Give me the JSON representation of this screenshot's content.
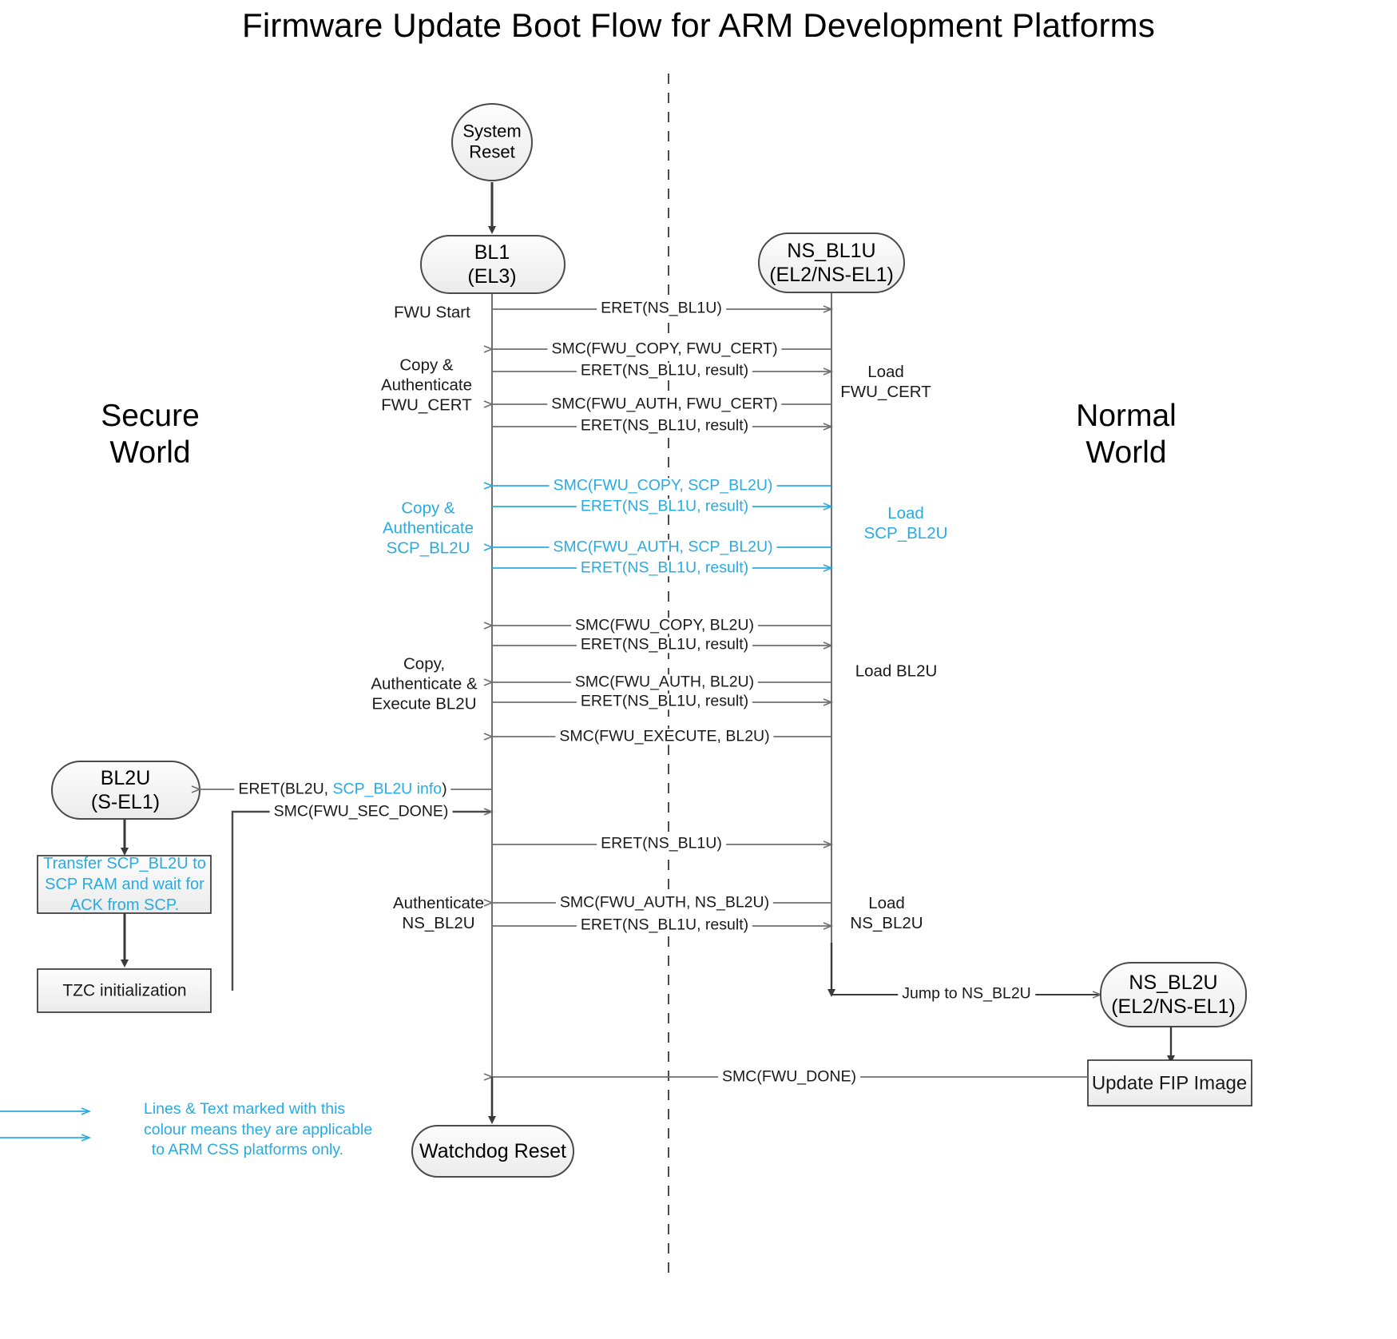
{
  "title": "Firmware Update Boot Flow for ARM Development Platforms",
  "colors": {
    "accent_cyan": "#29ABE2",
    "line_dark": "#3a3a3a",
    "line_gray": "#6f6f6f",
    "node_fill": "#f2f2f2",
    "text": "#1a1a1a"
  },
  "worlds": {
    "secure_line1": "Secure",
    "secure_line2": "World",
    "normal_line1": "Normal",
    "normal_line2": "World"
  },
  "nodes": {
    "system_reset_line1": "System",
    "system_reset_line2": "Reset",
    "bl1_line1": "BL1",
    "bl1_line2": "(EL3)",
    "ns_bl1u_line1": "NS_BL1U",
    "ns_bl1u_line2": "(EL2/NS-EL1)",
    "bl2u_line1": "BL2U",
    "bl2u_line2": "(S-EL1)",
    "ns_bl2u_line1": "NS_BL2U",
    "ns_bl2u_line2": "(EL2/NS-EL1)",
    "watchdog_reset": "Watchdog Reset"
  },
  "process_boxes": {
    "transfer_scp_line1": "Transfer SCP_BL2U to",
    "transfer_scp_line2": "SCP RAM and wait for",
    "transfer_scp_line3": "ACK from SCP.",
    "tzc_init": "TZC initialization",
    "update_fip": "Update FIP Image"
  },
  "messages": [
    {
      "id": "m1",
      "text": "ERET(NS_BL1U)",
      "cyan": false
    },
    {
      "id": "m2",
      "text": "SMC(FWU_COPY, FWU_CERT)",
      "cyan": false
    },
    {
      "id": "m3",
      "text": "ERET(NS_BL1U, result)",
      "cyan": false
    },
    {
      "id": "m4",
      "text": "SMC(FWU_AUTH, FWU_CERT)",
      "cyan": false
    },
    {
      "id": "m5",
      "text": "ERET(NS_BL1U, result)",
      "cyan": false
    },
    {
      "id": "m6",
      "text": "SMC(FWU_COPY, SCP_BL2U)",
      "cyan": true
    },
    {
      "id": "m7",
      "text": "ERET(NS_BL1U, result)",
      "cyan": true
    },
    {
      "id": "m8",
      "text": "SMC(FWU_AUTH, SCP_BL2U)",
      "cyan": true
    },
    {
      "id": "m9",
      "text": "ERET(NS_BL1U, result)",
      "cyan": true
    },
    {
      "id": "m10",
      "text": "SMC(FWU_COPY, BL2U)",
      "cyan": false
    },
    {
      "id": "m11",
      "text": "ERET(NS_BL1U, result)",
      "cyan": false
    },
    {
      "id": "m12",
      "text": "SMC(FWU_AUTH, BL2U)",
      "cyan": false
    },
    {
      "id": "m13",
      "text": "ERET(NS_BL1U, result)",
      "cyan": false
    },
    {
      "id": "m14",
      "text": "SMC(FWU_EXECUTE, BL2U)",
      "cyan": false
    },
    {
      "id": "m15",
      "text": "SMC(FWU_SEC_DONE)",
      "cyan": false
    },
    {
      "id": "m16",
      "text": "ERET(NS_BL1U)",
      "cyan": false
    },
    {
      "id": "m17",
      "text": "SMC(FWU_AUTH, NS_BL2U)",
      "cyan": false
    },
    {
      "id": "m18",
      "text": "ERET(NS_BL1U, result)",
      "cyan": false
    },
    {
      "id": "m19",
      "text": "Jump to NS_BL2U",
      "cyan": false
    },
    {
      "id": "m20",
      "text": "SMC(FWU_DONE)",
      "cyan": false
    }
  ],
  "eret_bl2u": {
    "prefix": "ERET(BL2U, ",
    "highlight": "SCP_BL2U info",
    "suffix": ")"
  },
  "left_notes": {
    "fwu_start": "FWU Start",
    "copy_auth_cert_l1": "Copy &",
    "copy_auth_cert_l2": "Authenticate",
    "copy_auth_cert_l3": "FWU_CERT",
    "copy_auth_scp_l1": "Copy &",
    "copy_auth_scp_l2": "Authenticate",
    "copy_auth_scp_l3": "SCP_BL2U",
    "copy_auth_exec_l1": "Copy,",
    "copy_auth_exec_l2": "Authenticate &",
    "copy_auth_exec_l3": "Execute BL2U",
    "auth_ns_bl2u_l1": "Authenticate",
    "auth_ns_bl2u_l2": "NS_BL2U"
  },
  "right_notes": {
    "load_fwu_cert_l1": "Load",
    "load_fwu_cert_l2": "FWU_CERT",
    "load_scp_bl2u_l1": "Load",
    "load_scp_bl2u_l2": "SCP_BL2U",
    "load_bl2u": "Load BL2U",
    "load_ns_bl2u_l1": "Load",
    "load_ns_bl2u_l2": "NS_BL2U"
  },
  "legend": {
    "line1": "Lines & Text marked with this",
    "line2": "colour means they are applicable",
    "line3": "to ARM CSS platforms only."
  }
}
